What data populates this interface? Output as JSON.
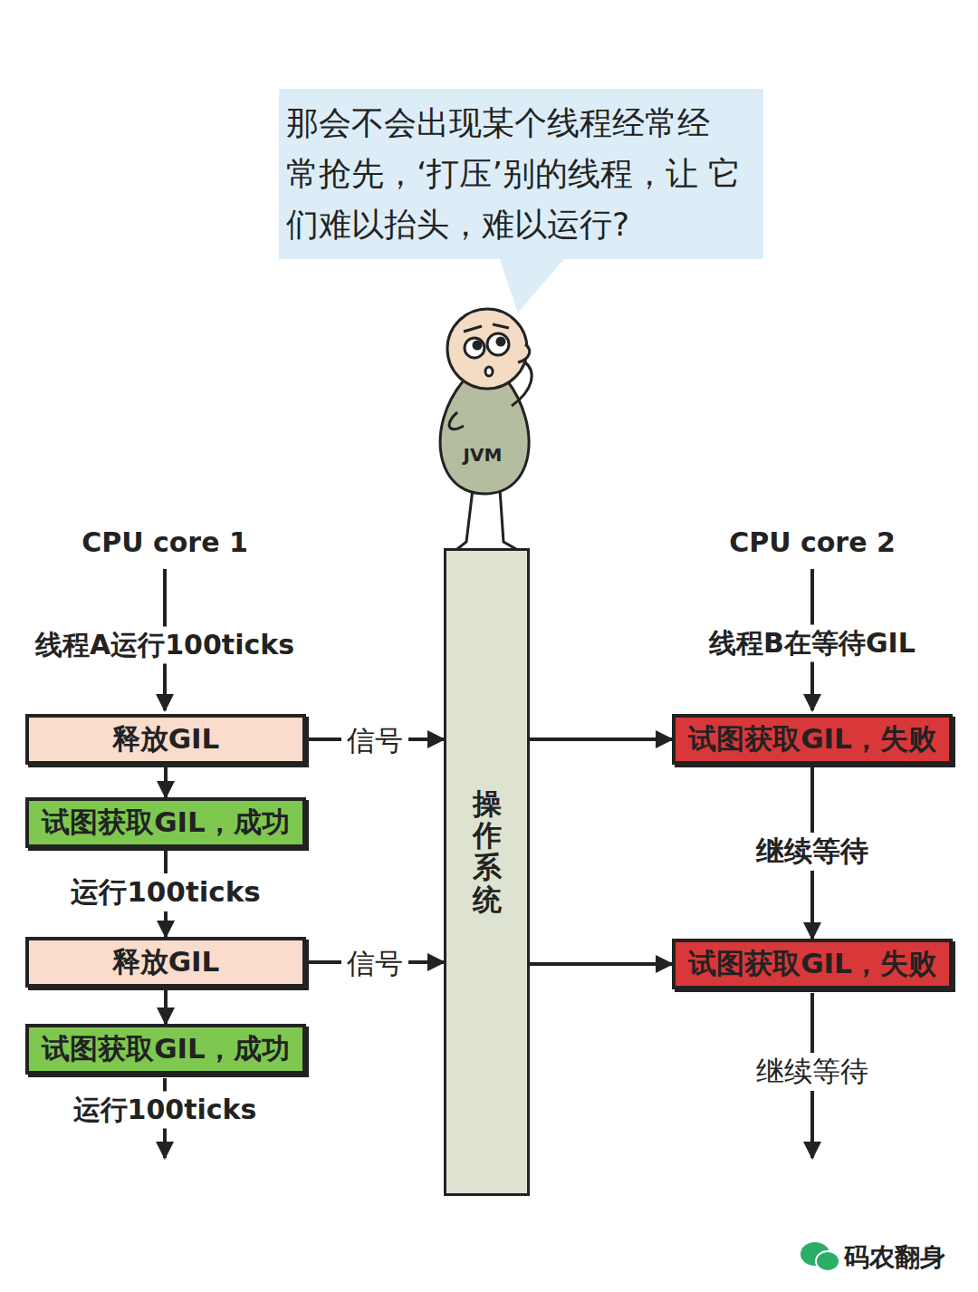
{
  "diagram": {
    "nodes": [
      {
        "text": [
          "那会不会出现某个线程经常经 常抢先，‘打压’别的线程，让 它们难以抬头，难以运行?"
        ]
      },
      {
        "text": [
          "操作系统"
        ]
      },
      {
        "text": [
          "释放GIL"
        ]
      },
      {
        "text": [
          "试图获取GIL，成功"
        ]
      },
      {
        "text": [
          "释放GIL"
        ]
      },
      {
        "text": [
          "试图获取GIL，成功"
        ]
      },
      {
        "text": [
          "试图获取GIL，失败"
        ]
      },
      {
        "text": [
          "试图获取GIL，失败"
        ]
      }
    ],
    "edges": [
      {
        "from": 2,
        "to": 3,
        "arrow": "to"
      },
      {
        "from": 3,
        "to": 4,
        "label": "运行100ticks",
        "arrow": "to"
      },
      {
        "from": 4,
        "to": 5,
        "arrow": "to"
      },
      {
        "from": 2,
        "to": 1,
        "label": "信号",
        "arrow": "to"
      },
      {
        "from": 4,
        "to": 1,
        "label": "信号",
        "arrow": "to"
      },
      {
        "from": 1,
        "to": 6,
        "arrow": "to"
      },
      {
        "from": 1,
        "to": 7,
        "arrow": "to"
      },
      {
        "from": 6,
        "to": 7,
        "label": "继续等待",
        "arrow": "to"
      }
    ],
    "labels": [
      "CPU core 1",
      "线程A运行100ticks",
      "运行100ticks",
      "CPU core 2",
      "线程B在等待GIL",
      "继续等待",
      "JVM",
      "码农翻身"
    ]
  }
}
